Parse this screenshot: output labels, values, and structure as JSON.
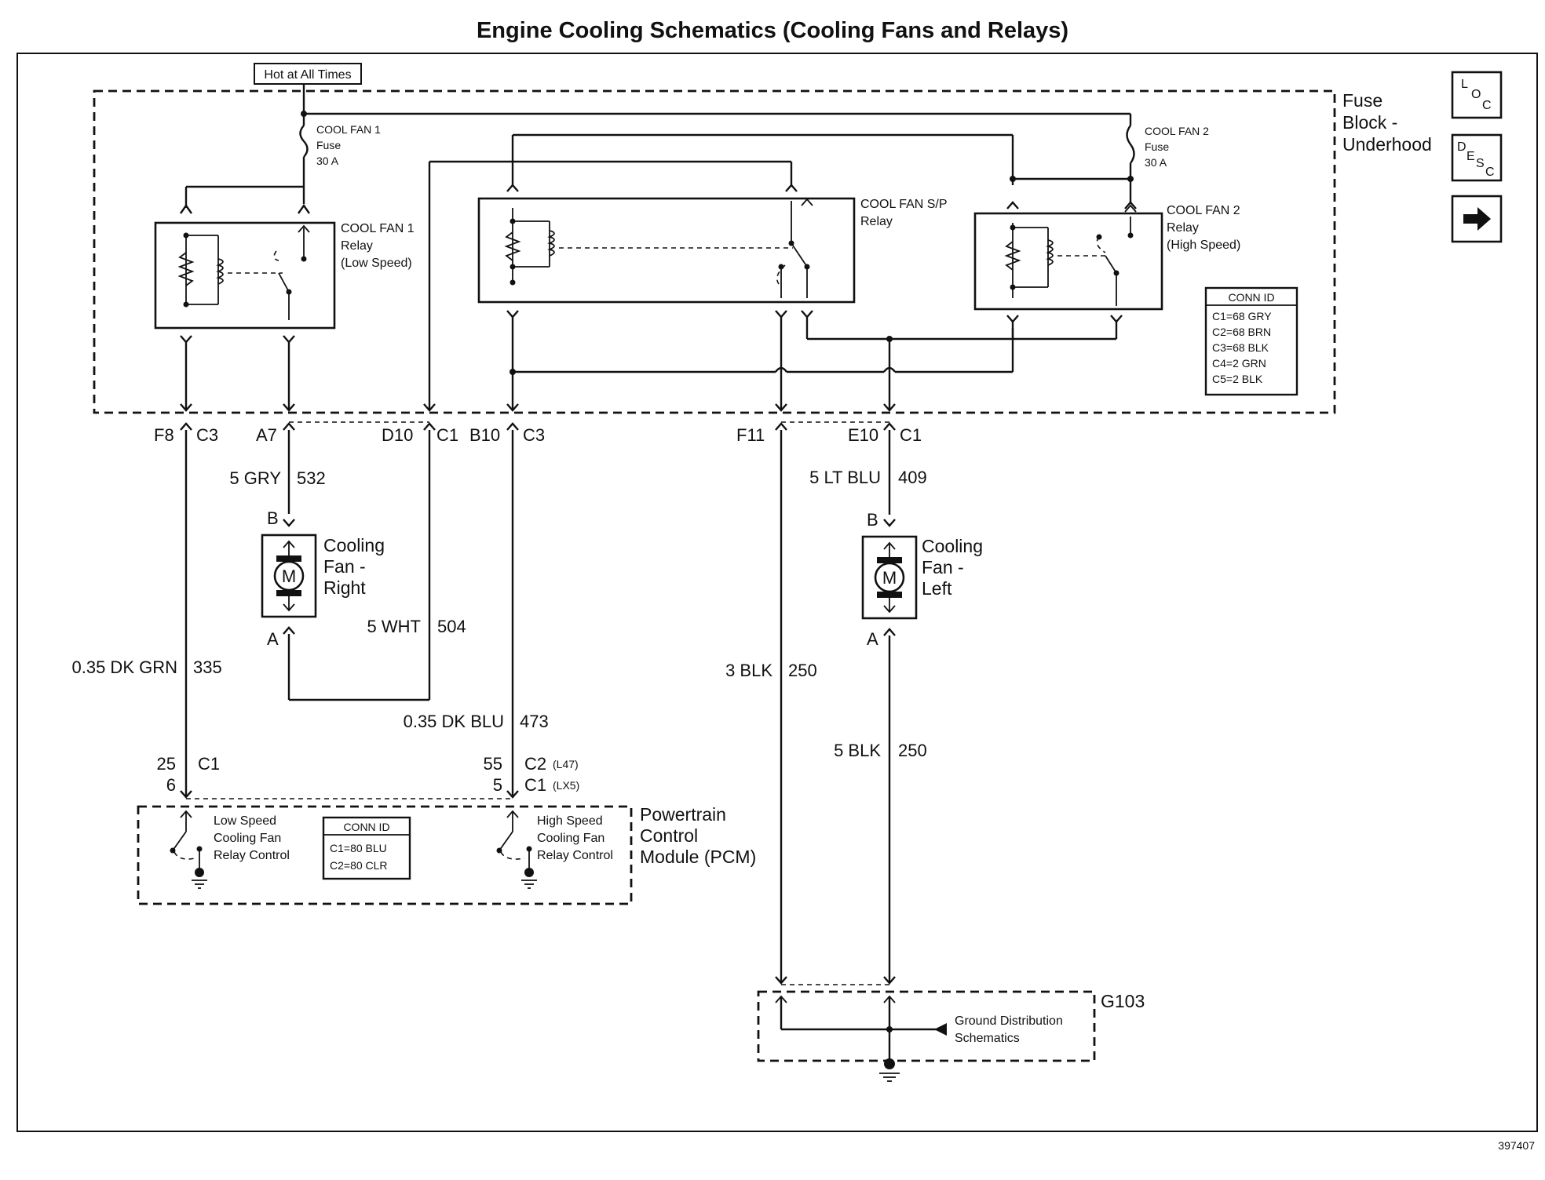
{
  "title": "Engine Cooling Schematics (Cooling Fans and Relays)",
  "figure_number": "397407",
  "nav_buttons": {
    "loc": [
      "L",
      "O",
      "C"
    ],
    "desc": [
      "D",
      "E",
      "S",
      "C"
    ]
  },
  "power_source": "Hot at All Times",
  "fuse_block": {
    "line1": "Fuse",
    "line2": "Block -",
    "line3": "Underhood"
  },
  "fuse1": {
    "line1": "COOL FAN 1",
    "line2": "Fuse",
    "line3": "30 A"
  },
  "fuse2": {
    "line1": "COOL FAN 2",
    "line2": "Fuse",
    "line3": "30 A"
  },
  "relay1": {
    "line1": "COOL FAN 1",
    "line2": "Relay",
    "line3": "(Low Speed)"
  },
  "relay_sp": {
    "line1": "COOL FAN S/P",
    "line2": "Relay"
  },
  "relay2": {
    "line1": "COOL FAN 2",
    "line2": "Relay",
    "line3": "(High Speed)"
  },
  "fuse_conn_id": {
    "header": "CONN ID",
    "rows": [
      "C1=68 GRY",
      "C2=68 BRN",
      "C3=68 BLK",
      "C4=2 GRN",
      "C5=2 BLK"
    ]
  },
  "pins": {
    "f8": "F8",
    "f8_conn": "C3",
    "a7": "A7",
    "d10": "D10",
    "d10_conn": "C1",
    "b10": "B10",
    "b10_conn": "C3",
    "f11": "F11",
    "e10": "E10",
    "e10_conn": "C1"
  },
  "wires": {
    "w532": {
      "color": "5 GRY",
      "circuit": "532"
    },
    "w504": {
      "color": "5 WHT",
      "circuit": "504"
    },
    "w335": {
      "color": "0.35 DK GRN",
      "circuit": "335"
    },
    "w473": {
      "color": "0.35 DK BLU",
      "circuit": "473"
    },
    "w409": {
      "color": "5 LT BLU",
      "circuit": "409"
    },
    "w250a": {
      "color": "3 BLK",
      "circuit": "250"
    },
    "w250b": {
      "color": "5 BLK",
      "circuit": "250"
    }
  },
  "fan_right": {
    "terminal_b": "B",
    "terminal_a": "A",
    "motor": "M",
    "line1": "Cooling",
    "line2": "Fan -",
    "line3": "Right"
  },
  "fan_left": {
    "terminal_b": "B",
    "terminal_a": "A",
    "motor": "M",
    "line1": "Cooling",
    "line2": "Fan -",
    "line3": "Left"
  },
  "pcm_pins": {
    "low_1": "25",
    "low_1_conn": "C1",
    "low_2": "6",
    "high_1": "55",
    "high_1_conn": "C2",
    "high_1_opt": "(L47)",
    "high_2": "5",
    "high_2_conn": "C1",
    "high_2_opt": "(LX5)"
  },
  "pcm": {
    "line1": "Powertrain",
    "line2": "Control",
    "line3": "Module (PCM)",
    "low_ctrl": [
      "Low Speed",
      "Cooling Fan",
      "Relay Control"
    ],
    "high_ctrl": [
      "High Speed",
      "Cooling Fan",
      "Relay Control"
    ],
    "conn_id": {
      "header": "CONN ID",
      "rows": [
        "C1=80 BLU",
        "C2=80 CLR"
      ]
    }
  },
  "ground": {
    "name": "G103",
    "ref_line1": "Ground Distribution",
    "ref_line2": "Schematics"
  }
}
